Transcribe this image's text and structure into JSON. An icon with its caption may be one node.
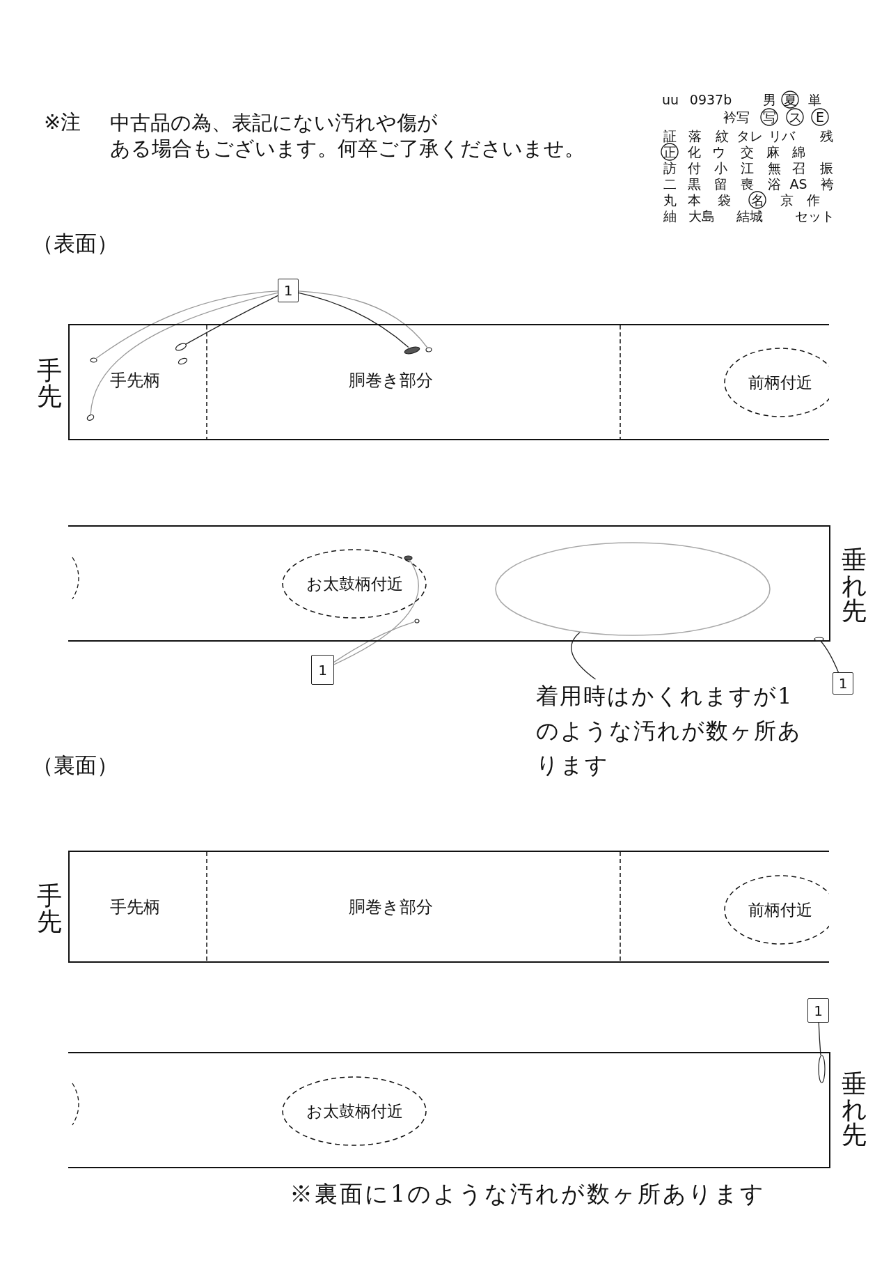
{
  "diagram": {
    "nodes": [
      {
        "text": [
          "手先"
        ]
      },
      {
        "text": [
          "前柄付近"
        ],
        "in": 0
      },
      {
        "text": [
          "1"
        ]
      },
      {
        "text": [],
        "shape": "oval",
        "in": 0
      },
      {
        "text": [],
        "shape": "oval",
        "in": 0
      },
      {
        "text": [],
        "shape": "oval",
        "in": 0
      },
      {
        "text": [],
        "shape": "oval",
        "in": 0
      },
      {
        "text": [],
        "shape": "oval",
        "in": 0
      },
      {
        "text": [],
        "shape": "oval",
        "in": 0
      },
      {
        "text": [
          "垂れ先"
        ]
      },
      {
        "text": [
          "お太鼓柄付近"
        ],
        "in": 9
      },
      {
        "text": [],
        "shape": "oval",
        "in": 9
      },
      {
        "text": [],
        "shape": "oval",
        "in": 9
      },
      {
        "text": [],
        "shape": "oval",
        "in": 9
      },
      {
        "text": [],
        "shape": "oval",
        "in": 9
      },
      {
        "text": [
          "1"
        ]
      },
      {
        "text": [
          "1"
        ]
      },
      {
        "text": [
          "着用時はかくれますが1のような汚れが数ヶ所あります"
        ]
      },
      {
        "text": [
          "手先"
        ]
      },
      {
        "text": [
          "前柄付近"
        ],
        "in": 18
      },
      {
        "text": [
          "垂れ先"
        ]
      },
      {
        "text": [
          "お太鼓柄付近"
        ],
        "in": 20
      },
      {
        "text": [
          "1"
        ]
      },
      {
        "text": [],
        "shape": "oval",
        "in": 20
      }
    ],
    "edges": [
      {
        "from": 2,
        "to": 3,
        "arrow": "none",
        "color": "#999999"
      },
      {
        "from": 2,
        "to": 4,
        "arrow": "none",
        "color": "#999999"
      },
      {
        "from": 2,
        "to": 5,
        "arrow": "none",
        "color": "#222222"
      },
      {
        "from": 2,
        "to": 7,
        "arrow": "none",
        "color": "#222222"
      },
      {
        "from": 2,
        "to": 8,
        "arrow": "none",
        "color": "#999999"
      },
      {
        "from": 15,
        "to": 12,
        "arrow": "none",
        "color": "#999999"
      },
      {
        "from": 15,
        "to": 13,
        "arrow": "none",
        "color": "#999999"
      },
      {
        "from": 16,
        "to": 14,
        "arrow": "none",
        "color": "#222222"
      },
      {
        "from": 17,
        "to": 11,
        "arrow": "none",
        "color": "#222222"
      },
      {
        "from": 22,
        "to": 23,
        "arrow": "none",
        "color": "#222222"
      }
    ],
    "labels": [
      "※注",
      "中古品の為、表記にない汚れや傷がある場合もございます。何卒ご了承くださいませ。",
      "uu",
      "0937b",
      "男",
      "夏",
      "単",
      "衿写",
      "写",
      "ス",
      "E",
      "証",
      "落",
      "紋",
      "タレ",
      "リバ",
      "残",
      "正",
      "化",
      "ウ",
      "交",
      "麻",
      "綿",
      "訪",
      "付",
      "小",
      "江",
      "無",
      "召",
      "振",
      "二",
      "黒",
      "留",
      "喪",
      "浴",
      "AS",
      "袴",
      "丸",
      "本",
      "袋",
      "名",
      "京",
      "作",
      "紬",
      "大島",
      "結城",
      "セット",
      "（表面）",
      "手先柄",
      "胴巻き部分",
      "（裏面）",
      "手先柄",
      "胴巻き部分",
      "※裏面に1のような汚れが数ヶ所あります"
    ]
  }
}
